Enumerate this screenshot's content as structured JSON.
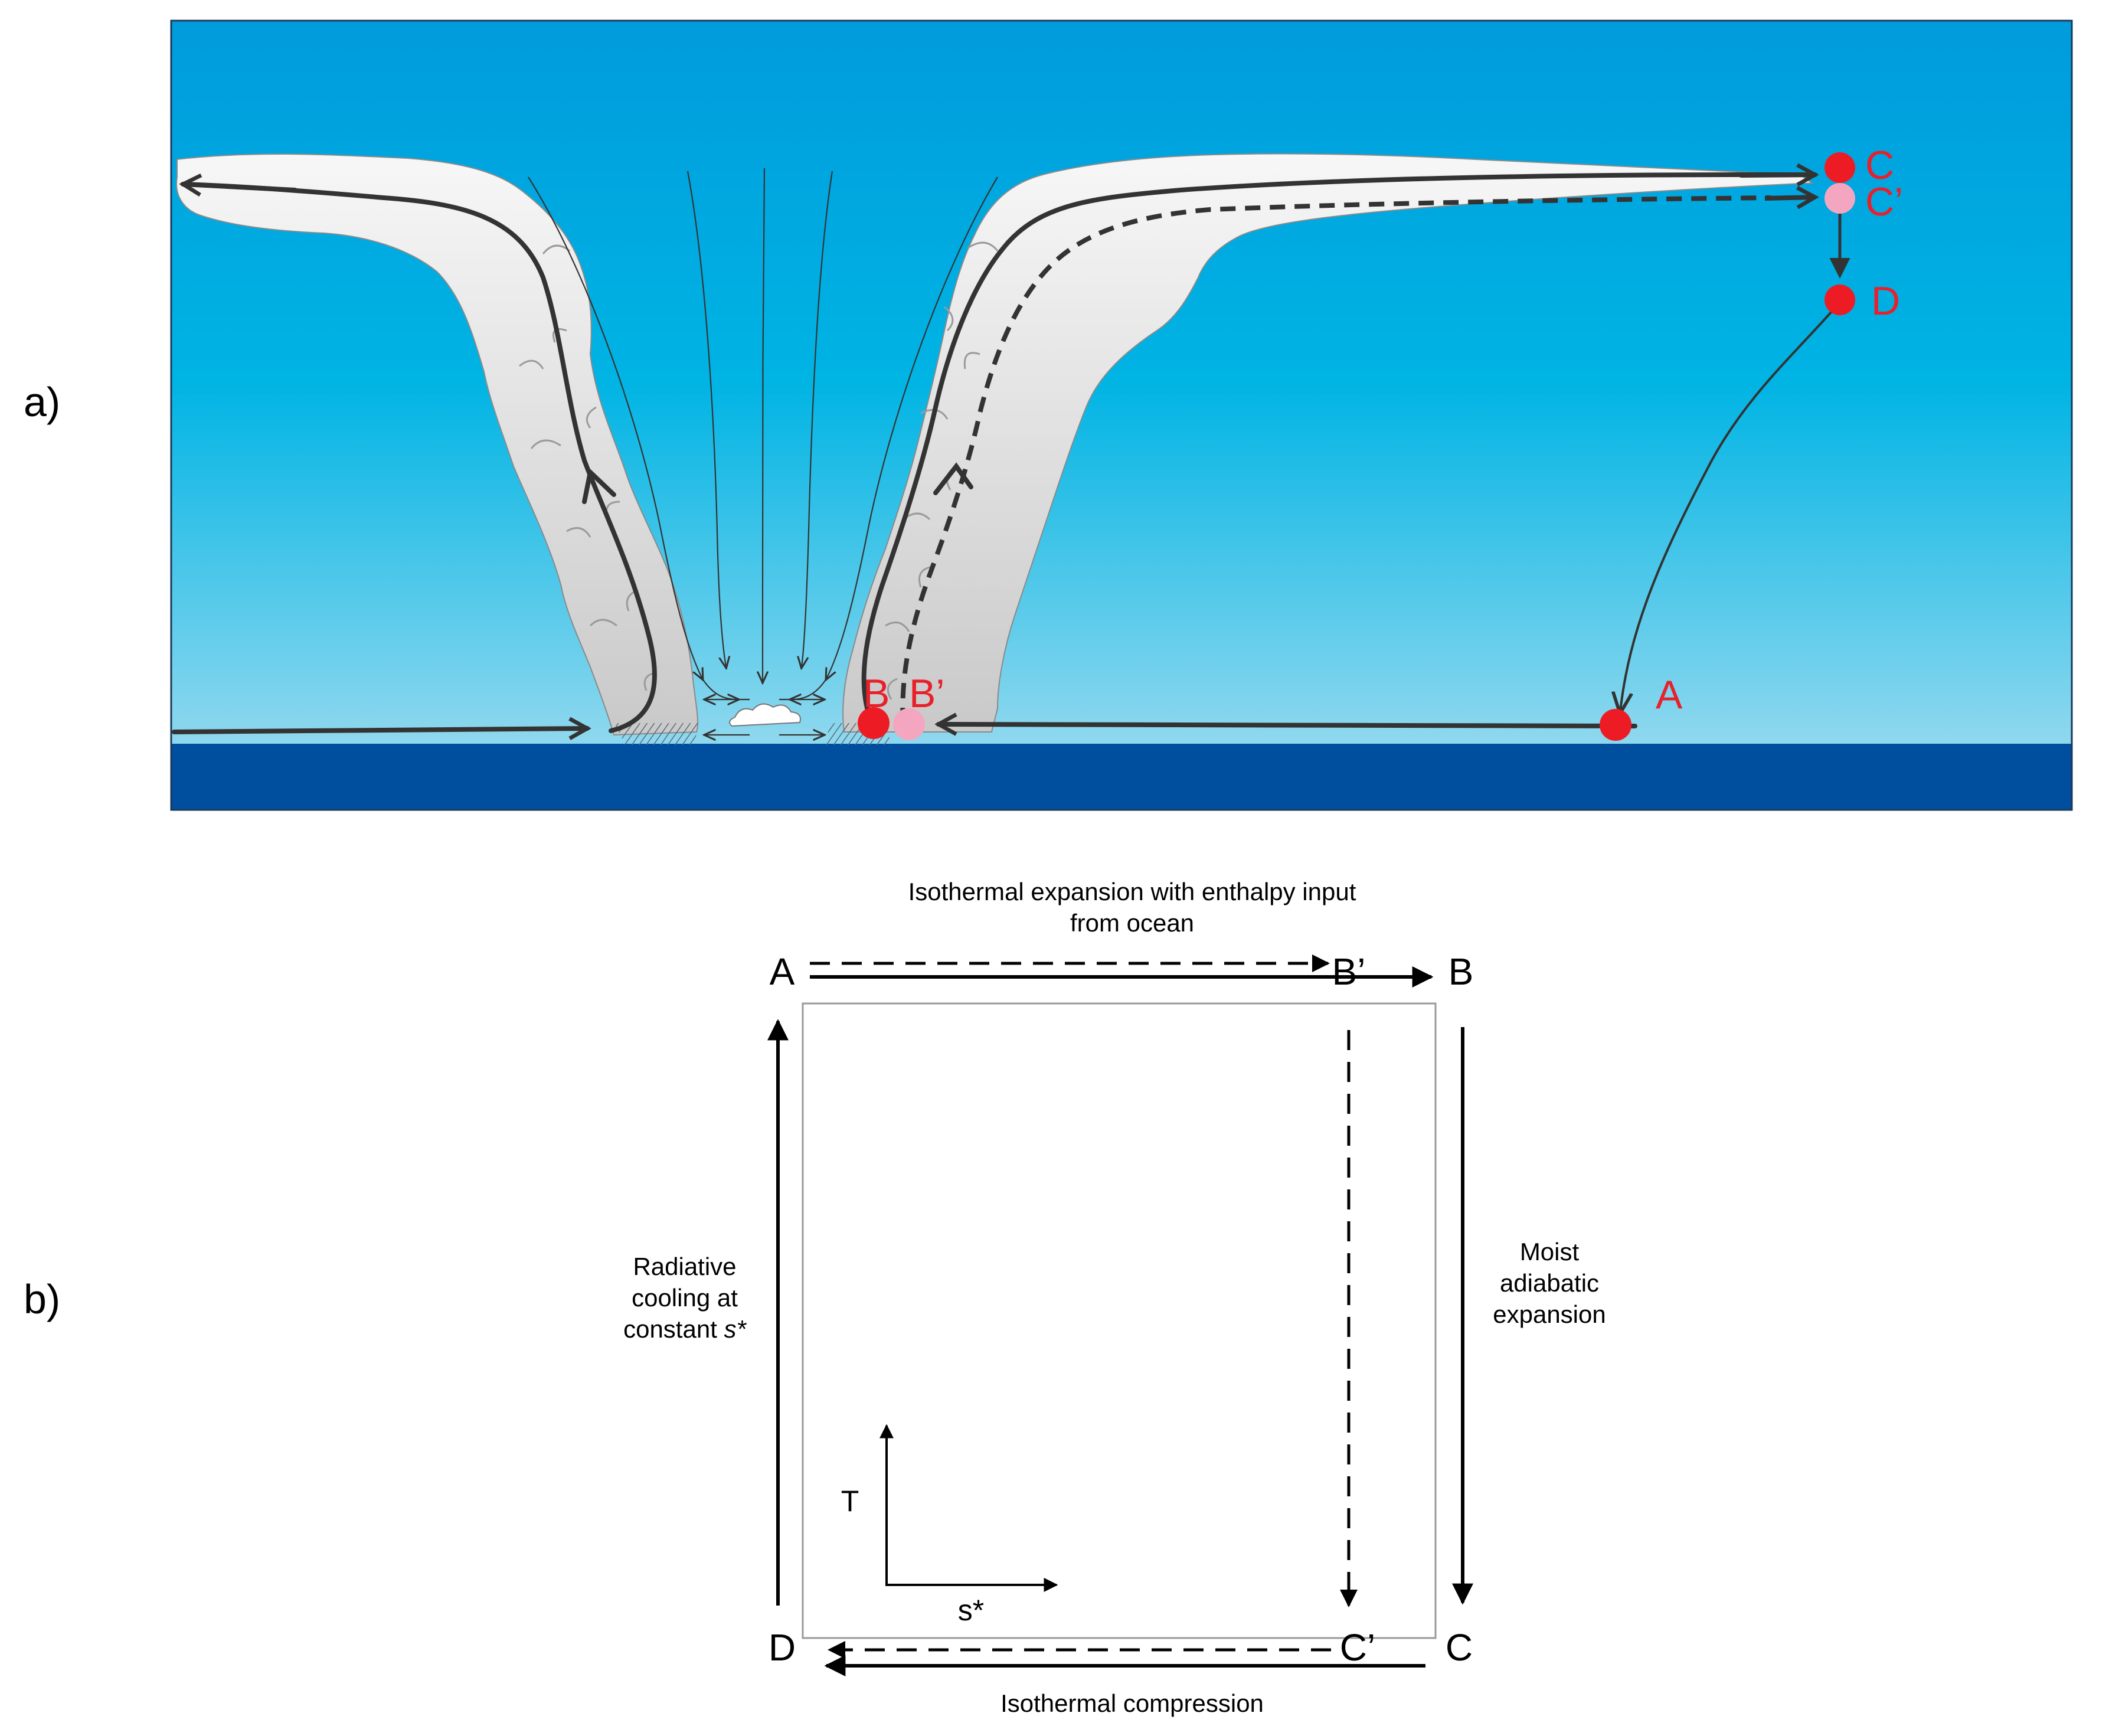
{
  "panel_a": {
    "label": "a)",
    "points": {
      "C": "C",
      "C_prime": "C’",
      "D": "D",
      "A": "A",
      "B": "B",
      "B_prime": "B’"
    },
    "colors": {
      "sky_top": "#009bdc",
      "sky_mid": "#00b4e4",
      "sky_bottom": "#8fd8ee",
      "ocean": "#004f9f",
      "cloud": "#f2f2f2",
      "cloud_shade": "#cfcfcf",
      "trajectory": "#333333",
      "point_red": "#ed1c24",
      "point_pink": "#f4a6c1"
    }
  },
  "panel_b": {
    "label": "b)",
    "corners": {
      "A": "A",
      "B": "B",
      "C": "C",
      "D": "D",
      "B_prime": "B’",
      "C_prime": "C’"
    },
    "captions": {
      "top_line1": "Isothermal expansion with enthalpy input",
      "top_line2": "from ocean",
      "right_line1": "Moist",
      "right_line2": "adiabatic",
      "right_line3": "expansion",
      "left_line1": "Radiative",
      "left_line2": "cooling at",
      "left_line3_prefix": "constant ",
      "left_line3_italic": "s*",
      "bottom": "Isothermal compression"
    },
    "axes": {
      "y": "T",
      "x": "s*"
    }
  }
}
